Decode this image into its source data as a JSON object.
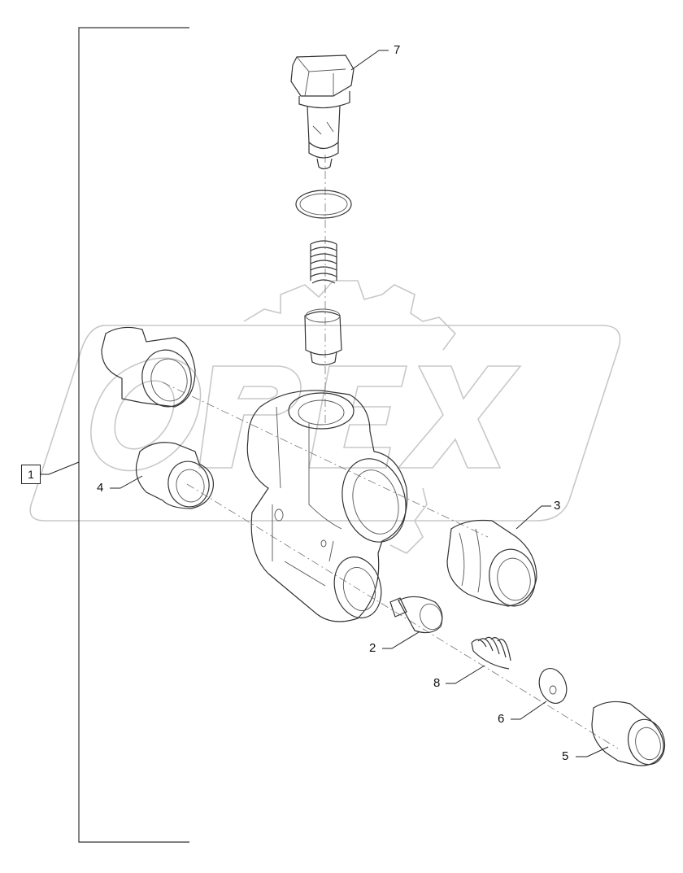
{
  "diagram": {
    "assembly_label": "1",
    "watermark_text": "OPEX",
    "corner_mark": "",
    "callouts": [
      {
        "id": "7",
        "label": "7"
      },
      {
        "id": "4",
        "label": "4"
      },
      {
        "id": "3",
        "label": "3"
      },
      {
        "id": "2",
        "label": "2"
      },
      {
        "id": "8",
        "label": "8"
      },
      {
        "id": "6",
        "label": "6"
      },
      {
        "id": "5",
        "label": "5"
      }
    ]
  },
  "colors": {
    "line": "#333333",
    "watermark": "#c8c8c8",
    "background": "#ffffff"
  }
}
